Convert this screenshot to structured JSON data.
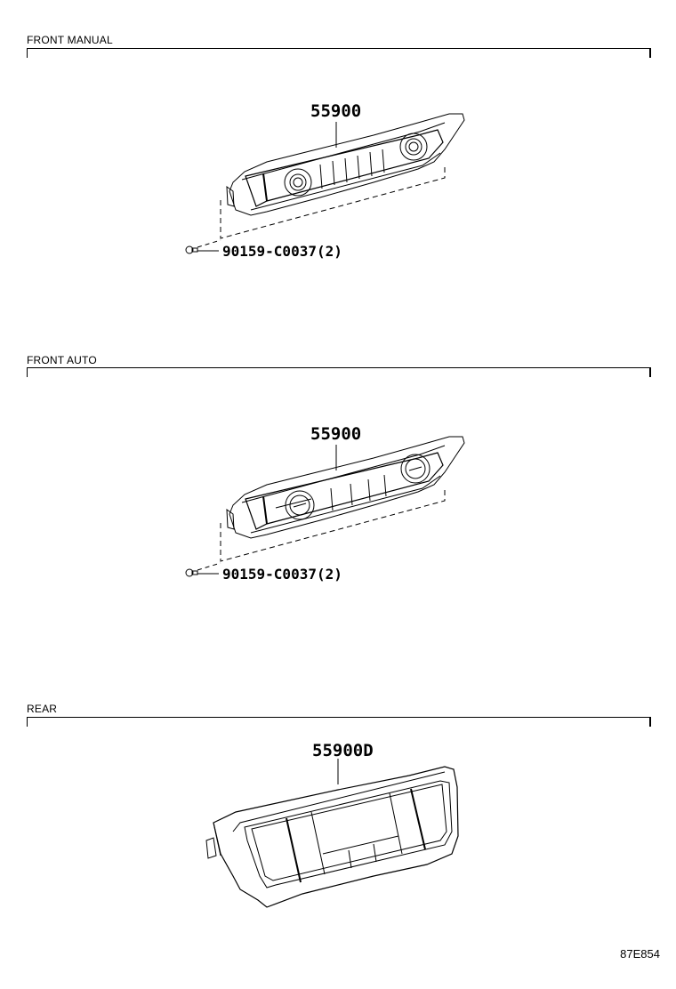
{
  "sections": [
    {
      "title": "FRONT MANUAL",
      "part_number": "55900",
      "screw_label": "90159-C0037(2)"
    },
    {
      "title": "FRONT AUTO",
      "part_number": "55900",
      "screw_label": "90159-C0037(2)"
    },
    {
      "title": "REAR",
      "part_number": "55900D"
    }
  ],
  "reference_code": "87E854",
  "icons": {
    "front_manual_panel": "ac-control-panel-manual-drawing",
    "front_auto_panel": "ac-control-panel-auto-drawing",
    "rear_panel": "rear-ac-control-panel-drawing",
    "screw": "screw-icon"
  }
}
